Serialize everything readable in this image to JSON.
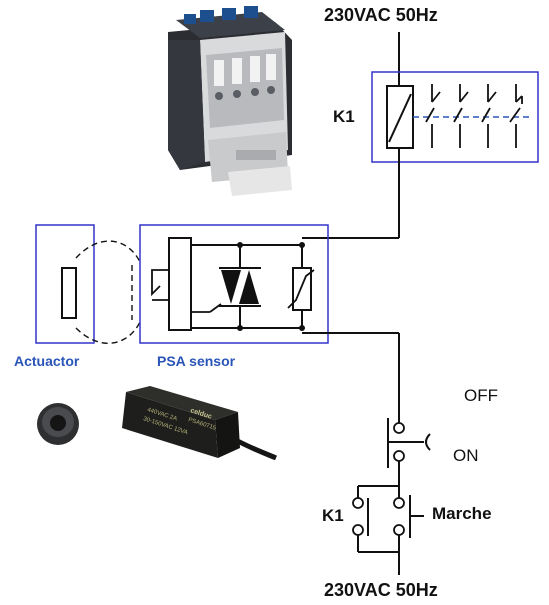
{
  "labels": {
    "supply_top": "230VAC 50Hz",
    "supply_bottom": "230VAC 50Hz",
    "relay_label": "K1",
    "hold_contact_label": "K1",
    "actuator": "Actuactor",
    "sensor": "PSA sensor",
    "off": "OFF",
    "on": "ON",
    "start_button": "Marche"
  },
  "component_printing": {
    "sensor_brand": "celduc",
    "sensor_model": "PSA60715",
    "sensor_rating_1": "440VAC 2A",
    "sensor_rating_2": "30-150VAC 12VA"
  },
  "colors": {
    "frame_blue": "#3333cc",
    "label_blue": "#2a55b8",
    "wire": "#111111",
    "relay_dash": "#2a55b8"
  },
  "icons": [
    "contactor-photo",
    "magnet-ring-photo",
    "sensor-module-photo",
    "relay-coil-symbol",
    "triac-symbol",
    "varistor-symbol",
    "push-button-symbol"
  ]
}
